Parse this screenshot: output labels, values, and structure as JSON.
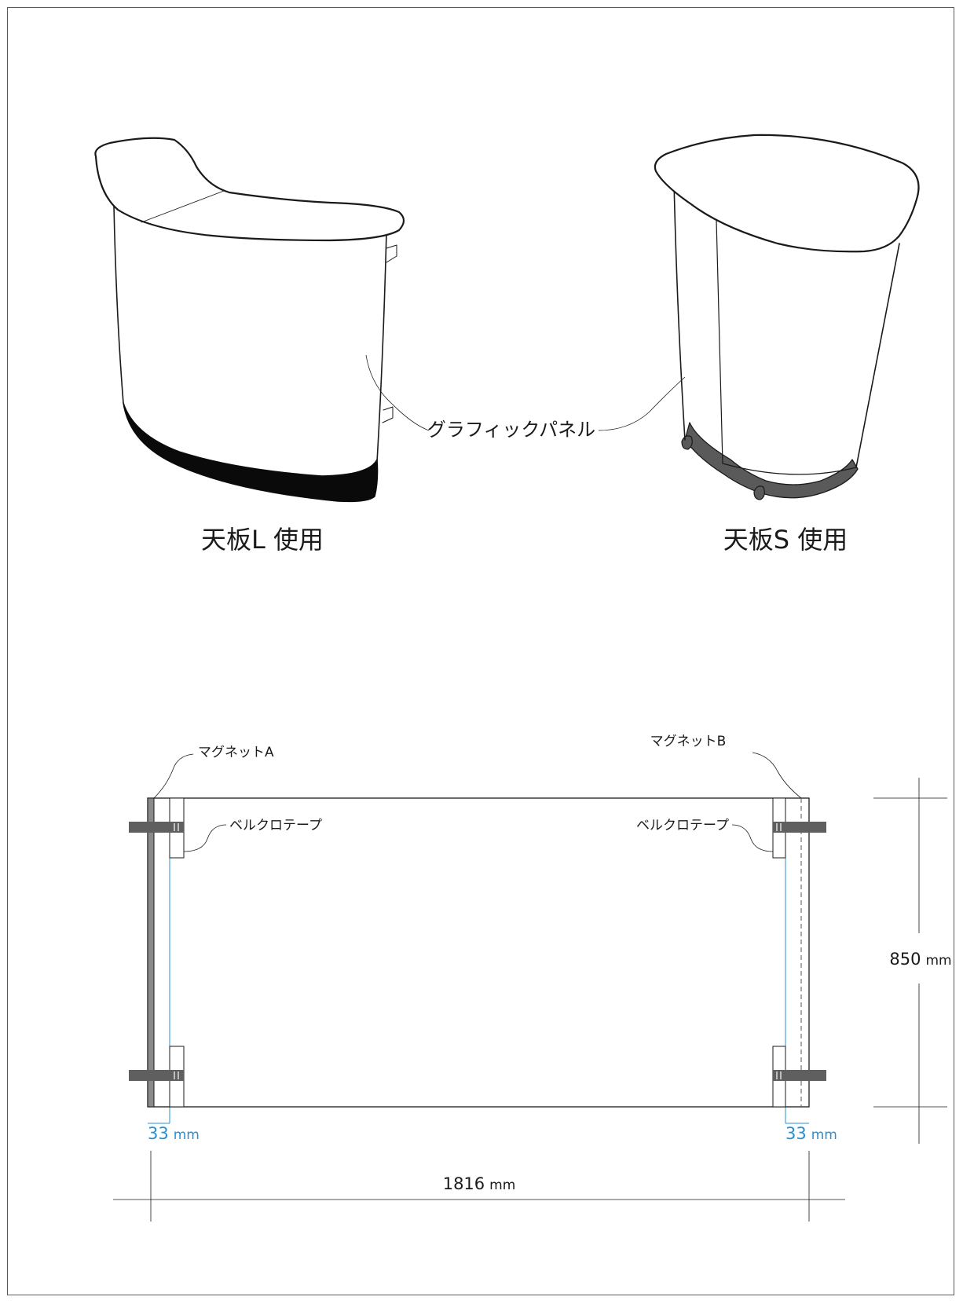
{
  "illustrations": {
    "large_top_caption": "天板L 使用",
    "small_top_caption": "天板S 使用",
    "panel_label": "グラフィックパネル"
  },
  "plan": {
    "magnet_a": "マグネットA",
    "magnet_b": "マグネットB",
    "velcro_left": "ベルクロテープ",
    "velcro_right": "ベルクロテープ",
    "width_value": "1816",
    "height_value": "850",
    "offset_left_value": "33",
    "offset_right_value": "33",
    "unit": "mm"
  },
  "colors": {
    "line": "#1a1a1a",
    "strap": "#5f5f5f",
    "edge_gray": "#8a8a8a",
    "offset_blue": "#2a8fd0",
    "base_black": "#0a0a0a",
    "base_gray": "#5a5a5a"
  }
}
